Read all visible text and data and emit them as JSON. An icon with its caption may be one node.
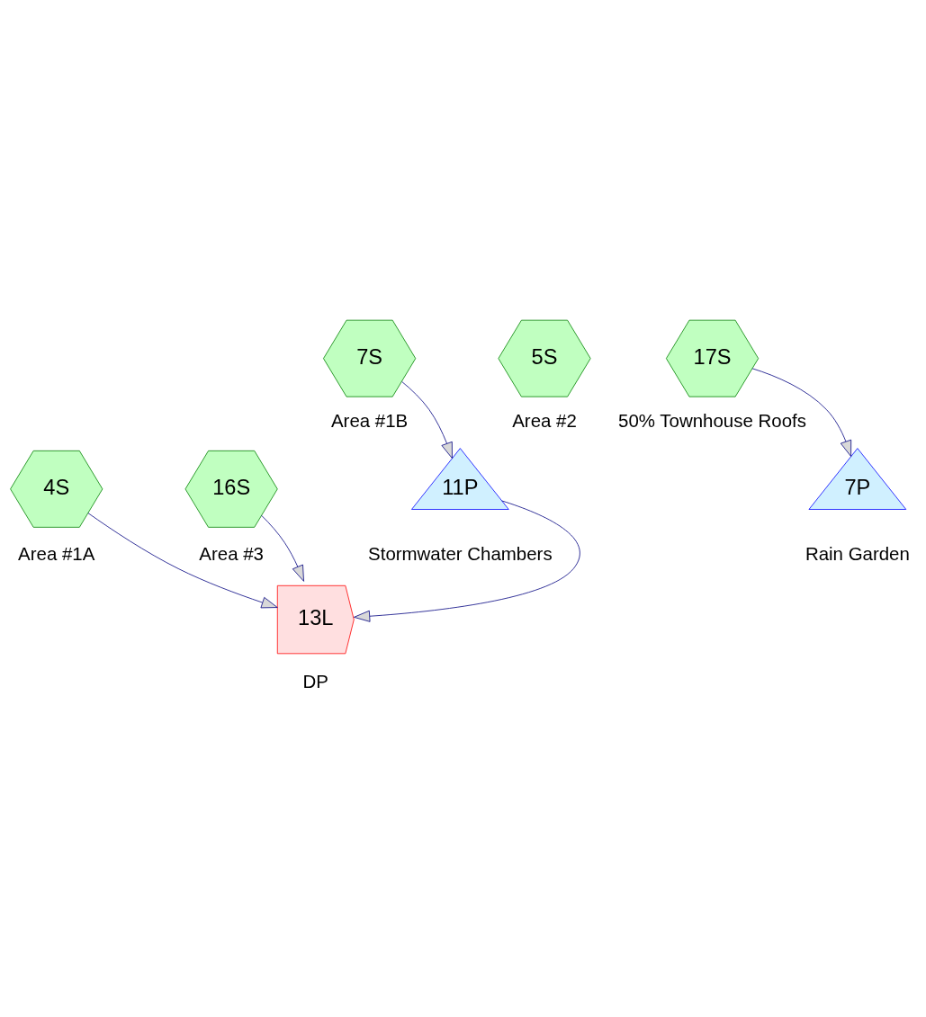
{
  "diagram": {
    "nodes": [
      {
        "text": [
          "4S"
        ],
        "beside": [
          "Area #1A"
        ]
      },
      {
        "text": [
          "16S"
        ],
        "beside": [
          "Area #3"
        ]
      },
      {
        "text": [
          "7S"
        ],
        "beside": [
          "Area #1B"
        ]
      },
      {
        "text": [
          "11P"
        ],
        "beside": [
          "Stormwater Chambers"
        ]
      },
      {
        "text": [
          "13L"
        ],
        "beside": [
          "DP"
        ]
      },
      {
        "text": [
          "5S"
        ],
        "beside": [
          "Area #2"
        ]
      },
      {
        "text": [
          "17S"
        ],
        "beside": [
          "50% Townhouse Roofs"
        ]
      },
      {
        "text": [
          "7P"
        ],
        "beside": [
          "Rain Garden"
        ]
      }
    ],
    "edges": [
      {
        "from": 0,
        "to": 4,
        "arrow": "to"
      },
      {
        "from": 1,
        "to": 4,
        "arrow": "to"
      },
      {
        "from": 2,
        "to": 3,
        "arrow": "to"
      },
      {
        "from": 3,
        "to": 4,
        "arrow": "to"
      },
      {
        "from": 6,
        "to": 7,
        "arrow": "to"
      }
    ]
  }
}
